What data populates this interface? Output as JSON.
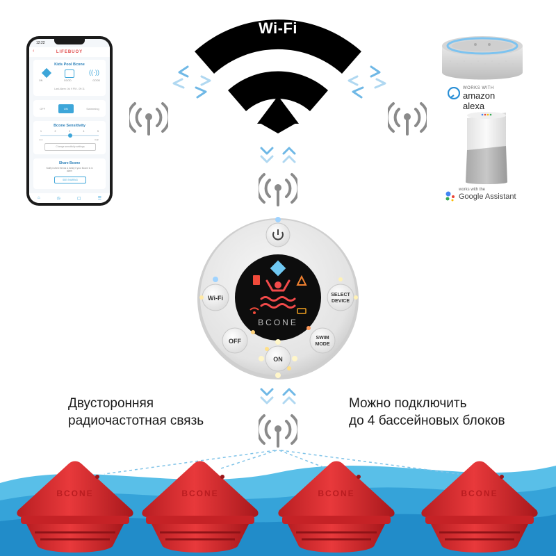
{
  "wifi": {
    "label": "Wi-Fi"
  },
  "phone": {
    "time": "12:22",
    "app_name": "LIFEBUOY",
    "device_name": "Kids Pool Bcone",
    "status_labels": [
      "ON",
      "GOOD",
      "GOOD"
    ],
    "last_alarm": "Last Alarm: Jul 9 PM - 09:11",
    "toggle_options": [
      "OFF",
      "ON",
      "Swimming"
    ],
    "sensitivity_title": "Bcone Sensitivity",
    "sensitivity_scale": [
      "1",
      "2",
      "3",
      "4",
      "5"
    ],
    "sensitivity_low": "Low",
    "sensitivity_high": "High",
    "sensitivity_hint": "Change sensitivity settings",
    "share_title": "Share Bcone",
    "share_desc": "Notify invited friends & family if your Bcone is in alarm",
    "share_button": "SEE SHARING"
  },
  "alexa": {
    "small": "WORKS WITH",
    "name": "amazon alexa"
  },
  "google": {
    "small": "works with the",
    "name": "Google Assistant"
  },
  "hub": {
    "brand": "BCONE",
    "buttons": {
      "wifi": "Wi-Fi",
      "select_1": "SELECT",
      "select_2": "DEVICE",
      "off": "OFF",
      "on": "ON",
      "swim_1": "SWIM",
      "swim_2": "MODE"
    }
  },
  "captions": {
    "left_line1": "Двусторонняя",
    "left_line2": "радиочастотная связь",
    "right_line1": "Можно подключить",
    "right_line2": "до 4 бассейновых блоков"
  },
  "buoys": {
    "label": "BCONE",
    "count": 4
  },
  "colors": {
    "accent_blue": "#6fb8e6",
    "buoy_red": "#e8393b",
    "water_blue": "#4fb3e3",
    "icon_gray": "#8a8a8a",
    "wifi_black": "#000000"
  }
}
